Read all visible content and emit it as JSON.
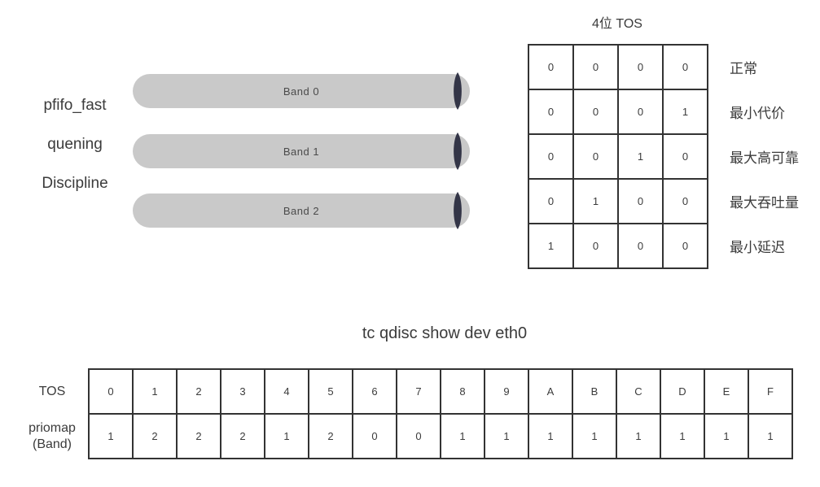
{
  "left_label": {
    "lines": [
      "pfifo_fast",
      "quening",
      "Discipline"
    ]
  },
  "bands": [
    {
      "label": "Band 0"
    },
    {
      "label": "Band 1"
    },
    {
      "label": "Band 2"
    }
  ],
  "tos_table": {
    "title": "4位 TOS",
    "rows": [
      {
        "bits": [
          "0",
          "0",
          "0",
          "0"
        ],
        "label": "正常"
      },
      {
        "bits": [
          "0",
          "0",
          "0",
          "1"
        ],
        "label": "最小代价"
      },
      {
        "bits": [
          "0",
          "0",
          "1",
          "0"
        ],
        "label": "最大高可靠"
      },
      {
        "bits": [
          "0",
          "1",
          "0",
          "0"
        ],
        "label": "最大吞吐量"
      },
      {
        "bits": [
          "1",
          "0",
          "0",
          "0"
        ],
        "label": "最小延迟"
      }
    ]
  },
  "priomap_table": {
    "title": "tc qdisc show dev eth0",
    "tos_label": "TOS",
    "priomap_label_line1": "priomap",
    "priomap_label_line2": "(Band)",
    "tos": [
      "0",
      "1",
      "2",
      "3",
      "4",
      "5",
      "6",
      "7",
      "8",
      "9",
      "A",
      "B",
      "C",
      "D",
      "E",
      "F"
    ],
    "priomap": [
      "1",
      "2",
      "2",
      "2",
      "1",
      "2",
      "0",
      "0",
      "1",
      "1",
      "1",
      "1",
      "1",
      "1",
      "1",
      "1"
    ]
  },
  "colors": {
    "band_fill": "#c9c9c9",
    "band_cap": "#333547",
    "table_border": "#333333",
    "text": "#3b3b3b"
  }
}
